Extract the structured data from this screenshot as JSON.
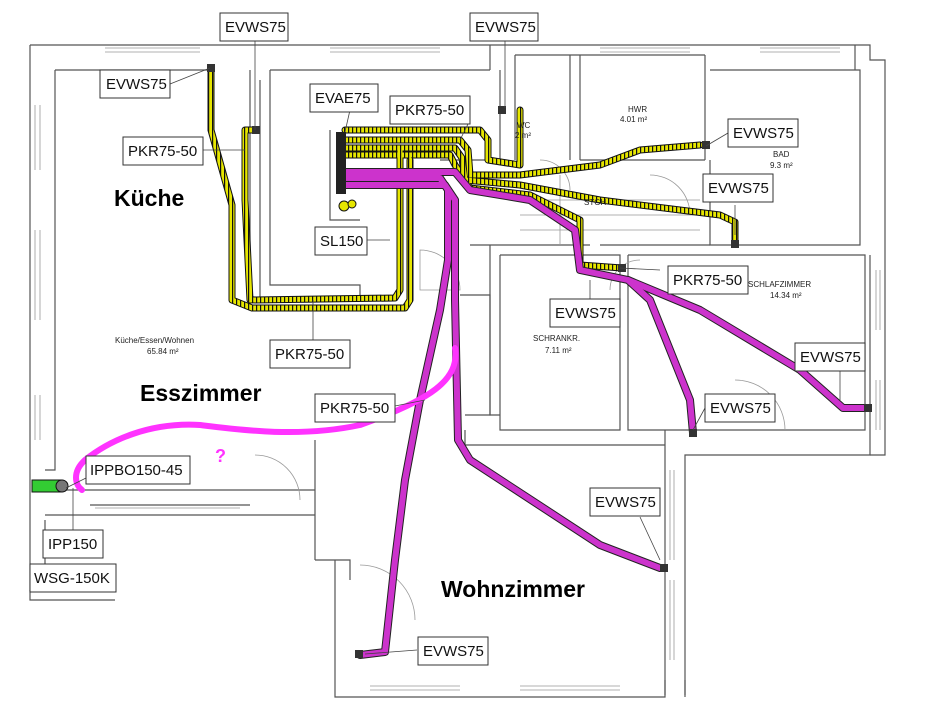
{
  "rooms": {
    "kueche": "Küche",
    "esszimmer": "Esszimmer",
    "wohnzimmer": "Wohnzimmer"
  },
  "area_labels": {
    "kueche_essen_wohnen": "Küche/Essen/Wohnen",
    "kueche_essen_wohnen_area": "65.84 m²",
    "wc": "WC",
    "wc_area": "2 m²",
    "hwr": "HWR",
    "hwr_area": "4.01 m²",
    "bad": "BAD",
    "bad_area": "9.3 m²",
    "stgh": "STGH",
    "schlafzimmer": "SCHLAFZIMMER",
    "schlafzimmer_area": "14.34 m²",
    "schrankr": "SCHRANKR.",
    "schrankr_area": "7.11 m²"
  },
  "component_labels": {
    "evws_top_left": "EVWS75",
    "evws_top_mid": "EVWS75",
    "evws_kitchen": "EVWS75",
    "evae": "EVAE75",
    "pkr_top": "PKR75-50",
    "pkr_left": "PKR75-50",
    "evws_bad": "EVWS75",
    "evws_stgh": "EVWS75",
    "sl150": "SL150",
    "pkr_schlaf": "PKR75-50",
    "evws_schrank": "EVWS75",
    "pkr_bottom": "PKR75-50",
    "evws_schlaf_right": "EVWS75",
    "pkr_ess": "PKR75-50",
    "evws_schlaf_bottom": "EVWS75",
    "ippbo": "IPPBO150-45",
    "evws_wohn_right": "EVWS75",
    "ipp150": "IPP150",
    "wsg": "WSG-150K",
    "evws_wohn_bottom": "EVWS75",
    "question_mark": "?"
  },
  "colors": {
    "yellow_duct": "#e6e600",
    "magenta_duct": "#cc33cc",
    "magenta_hand": "#ff33ff",
    "green_inlet": "#33cc33",
    "walls": "#555555"
  }
}
